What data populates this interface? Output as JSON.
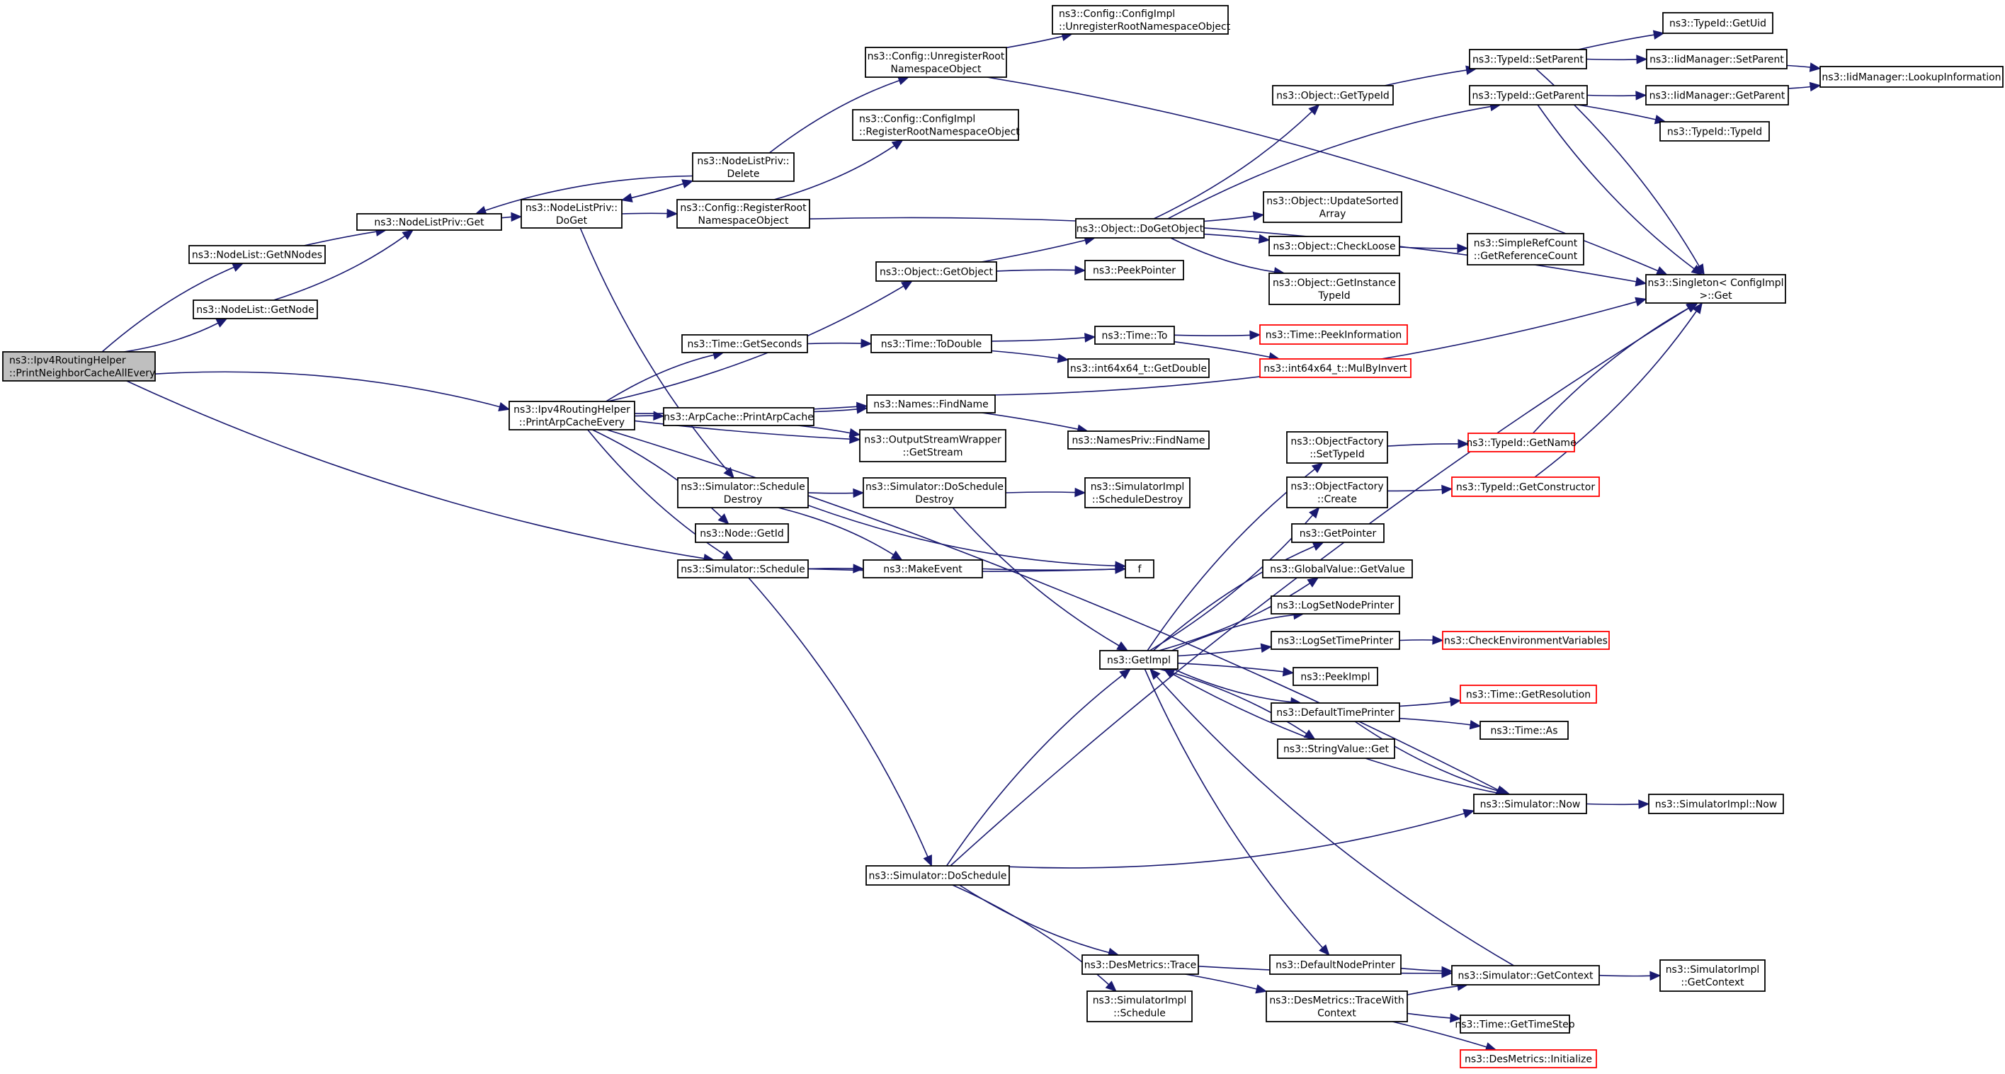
{
  "graph": {
    "type": "call-graph",
    "colors": {
      "edge": "#191970",
      "root_fill": "#bfbfbf",
      "node_border": "#000000",
      "truncated_border": "#ff0000"
    },
    "nodes": [
      {
        "id": "root",
        "lines": [
          "ns3::Ipv4RoutingHelper",
          "::PrintNeighborCacheAllEvery"
        ],
        "style": "root"
      },
      {
        "id": "getnnodes",
        "lines": [
          "ns3::NodeList::GetNNodes"
        ]
      },
      {
        "id": "getnode",
        "lines": [
          "ns3::NodeList::GetNode"
        ]
      },
      {
        "id": "nlpget",
        "lines": [
          "ns3::NodeListPriv::Get"
        ]
      },
      {
        "id": "doget",
        "lines": [
          "ns3::NodeListPriv::",
          "DoGet"
        ]
      },
      {
        "id": "delete",
        "lines": [
          "ns3::NodeListPriv::",
          "Delete"
        ]
      },
      {
        "id": "regroot",
        "lines": [
          "ns3::Config::RegisterRoot",
          "NamespaceObject"
        ]
      },
      {
        "id": "unregroot",
        "lines": [
          "ns3::Config::UnregisterRoot",
          "NamespaceObject"
        ]
      },
      {
        "id": "ciunreg",
        "lines": [
          "ns3::Config::ConfigImpl",
          "::UnregisterRootNamespaceObject"
        ],
        "align": "left"
      },
      {
        "id": "cireg",
        "lines": [
          "ns3::Config::ConfigImpl",
          "::RegisterRootNamespaceObject"
        ],
        "align": "left"
      },
      {
        "id": "objgettypeid",
        "lines": [
          "ns3::Object::GetTypeId"
        ]
      },
      {
        "id": "dogetobject",
        "lines": [
          "ns3::Object::DoGetObject"
        ]
      },
      {
        "id": "updatesorted",
        "lines": [
          "ns3::Object::UpdateSorted",
          "Array"
        ]
      },
      {
        "id": "checkloose",
        "lines": [
          "ns3::Object::CheckLoose"
        ]
      },
      {
        "id": "getinstancetypeid",
        "lines": [
          "ns3::Object::GetInstance",
          "TypeId"
        ]
      },
      {
        "id": "getobject",
        "lines": [
          "ns3::Object::GetObject"
        ]
      },
      {
        "id": "peekpointer",
        "lines": [
          "ns3::PeekPointer"
        ]
      },
      {
        "id": "getrefcount",
        "lines": [
          "ns3::SimpleRefCount",
          "::GetReferenceCount"
        ]
      },
      {
        "id": "tidsetparent",
        "lines": [
          "ns3::TypeId::SetParent"
        ]
      },
      {
        "id": "tidgetparent",
        "lines": [
          "ns3::TypeId::GetParent"
        ]
      },
      {
        "id": "tidgetuid",
        "lines": [
          "ns3::TypeId::GetUid"
        ]
      },
      {
        "id": "iidsetparent",
        "lines": [
          "ns3::IidManager::SetParent"
        ]
      },
      {
        "id": "iidgetparent",
        "lines": [
          "ns3::IidManager::GetParent"
        ]
      },
      {
        "id": "tidtypeid",
        "lines": [
          "ns3::TypeId::TypeId"
        ]
      },
      {
        "id": "lookupinfo",
        "lines": [
          "ns3::IidManager::LookupInformation"
        ]
      },
      {
        "id": "singleton",
        "lines": [
          "ns3::Singleton< ConfigImpl",
          ">::Get"
        ]
      },
      {
        "id": "printarp",
        "lines": [
          "ns3::Ipv4RoutingHelper",
          "::PrintArpCacheEvery"
        ]
      },
      {
        "id": "arpprint",
        "lines": [
          "ns3::ArpCache::PrintArpCache"
        ]
      },
      {
        "id": "getseconds",
        "lines": [
          "ns3::Time::GetSeconds"
        ]
      },
      {
        "id": "todouble",
        "lines": [
          "ns3::Time::ToDouble"
        ]
      },
      {
        "id": "timeto",
        "lines": [
          "ns3::Time::To"
        ]
      },
      {
        "id": "peekinfo",
        "lines": [
          "ns3::Time::PeekInformation"
        ],
        "style": "red"
      },
      {
        "id": "mulbyinvert",
        "lines": [
          "ns3::int64x64_t::MulByInvert"
        ],
        "style": "red"
      },
      {
        "id": "getdouble",
        "lines": [
          "ns3::int64x64_t::GetDouble"
        ]
      },
      {
        "id": "namesfind",
        "lines": [
          "ns3::Names::FindName"
        ]
      },
      {
        "id": "namesprivfind",
        "lines": [
          "ns3::NamesPriv::FindName"
        ]
      },
      {
        "id": "getstream",
        "lines": [
          "ns3::OutputStreamWrapper",
          "::GetStream"
        ]
      },
      {
        "id": "schedestroy",
        "lines": [
          "ns3::Simulator::Schedule",
          "Destroy"
        ]
      },
      {
        "id": "doschedestroy",
        "lines": [
          "ns3::Simulator::DoSchedule",
          "Destroy"
        ]
      },
      {
        "id": "simimplschedestroy",
        "lines": [
          "ns3::SimulatorImpl",
          "::ScheduleDestroy"
        ]
      },
      {
        "id": "nodegetid",
        "lines": [
          "ns3::Node::GetId"
        ]
      },
      {
        "id": "schedule",
        "lines": [
          "ns3::Simulator::Schedule"
        ]
      },
      {
        "id": "makeevent",
        "lines": [
          "ns3::MakeEvent"
        ]
      },
      {
        "id": "f",
        "lines": [
          "f"
        ]
      },
      {
        "id": "ofsettypeid",
        "lines": [
          "ns3::ObjectFactory",
          "::SetTypeId"
        ]
      },
      {
        "id": "ofcreate",
        "lines": [
          "ns3::ObjectFactory",
          "::Create"
        ]
      },
      {
        "id": "getpointer",
        "lines": [
          "ns3::GetPointer"
        ]
      },
      {
        "id": "tidgetname",
        "lines": [
          "ns3::TypeId::GetName"
        ],
        "style": "red"
      },
      {
        "id": "tidgetconstructor",
        "lines": [
          "ns3::TypeId::GetConstructor"
        ],
        "style": "red"
      },
      {
        "id": "globalvalue",
        "lines": [
          "ns3::GlobalValue::GetValue"
        ]
      },
      {
        "id": "logsetnodeprinter",
        "lines": [
          "ns3::LogSetNodePrinter"
        ]
      },
      {
        "id": "logsettimeprinter",
        "lines": [
          "ns3::LogSetTimePrinter"
        ]
      },
      {
        "id": "checkenv",
        "lines": [
          "ns3::CheckEnvironmentVariables"
        ],
        "style": "red"
      },
      {
        "id": "getimpl",
        "lines": [
          "ns3::GetImpl"
        ]
      },
      {
        "id": "peekimpl",
        "lines": [
          "ns3::PeekImpl"
        ]
      },
      {
        "id": "defaulttimeprinter",
        "lines": [
          "ns3::DefaultTimePrinter"
        ]
      },
      {
        "id": "getresolution",
        "lines": [
          "ns3::Time::GetResolution"
        ],
        "style": "red"
      },
      {
        "id": "timeas",
        "lines": [
          "ns3::Time::As"
        ]
      },
      {
        "id": "stringvalueget",
        "lines": [
          "ns3::StringValue::Get"
        ]
      },
      {
        "id": "simnow",
        "lines": [
          "ns3::Simulator::Now"
        ]
      },
      {
        "id": "simimplnow",
        "lines": [
          "ns3::SimulatorImpl::Now"
        ]
      },
      {
        "id": "doschedule",
        "lines": [
          "ns3::Simulator::DoSchedule"
        ]
      },
      {
        "id": "desmetricstrace",
        "lines": [
          "ns3::DesMetrics::Trace"
        ]
      },
      {
        "id": "defaultnodeprinter",
        "lines": [
          "ns3::DefaultNodePrinter"
        ]
      },
      {
        "id": "getcontext",
        "lines": [
          "ns3::Simulator::GetContext"
        ]
      },
      {
        "id": "simimplgetcontext",
        "lines": [
          "ns3::SimulatorImpl",
          "::GetContext"
        ]
      },
      {
        "id": "simimplschedule",
        "lines": [
          "ns3::SimulatorImpl",
          "::Schedule"
        ]
      },
      {
        "id": "tracewithcontext",
        "lines": [
          "ns3::DesMetrics::TraceWith",
          "Context"
        ]
      },
      {
        "id": "gettimestep",
        "lines": [
          "ns3::Time::GetTimeStep"
        ]
      },
      {
        "id": "desinitialize",
        "lines": [
          "ns3::DesMetrics::Initialize"
        ],
        "style": "red"
      }
    ],
    "edges": [
      [
        "root",
        "getnnodes"
      ],
      [
        "root",
        "getnode"
      ],
      [
        "root",
        "printarp"
      ],
      [
        "root",
        "schedule"
      ],
      [
        "getnnodes",
        "nlpget"
      ],
      [
        "getnode",
        "nlpget"
      ],
      [
        "nlpget",
        "doget"
      ],
      [
        "doget",
        "delete"
      ],
      [
        "delete",
        "doget"
      ],
      [
        "delete",
        "nlpget"
      ],
      [
        "doget",
        "regroot"
      ],
      [
        "doget",
        "schedestroy"
      ],
      [
        "delete",
        "unregroot"
      ],
      [
        "unregroot",
        "ciunreg"
      ],
      [
        "unregroot",
        "singleton"
      ],
      [
        "regroot",
        "cireg"
      ],
      [
        "regroot",
        "singleton"
      ],
      [
        "printarp",
        "getobject"
      ],
      [
        "printarp",
        "getseconds"
      ],
      [
        "printarp",
        "namesfind"
      ],
      [
        "printarp",
        "arpprint"
      ],
      [
        "printarp",
        "getstream"
      ],
      [
        "printarp",
        "nodegetid"
      ],
      [
        "printarp",
        "schedule"
      ],
      [
        "printarp",
        "simnow"
      ],
      [
        "arpprint",
        "namesfind"
      ],
      [
        "arpprint",
        "getstream"
      ],
      [
        "getobject",
        "dogetobject"
      ],
      [
        "getobject",
        "peekpointer"
      ],
      [
        "dogetobject",
        "objgettypeid"
      ],
      [
        "dogetobject",
        "tidgetparent"
      ],
      [
        "dogetobject",
        "updatesorted"
      ],
      [
        "dogetobject",
        "checkloose"
      ],
      [
        "dogetobject",
        "getinstancetypeid"
      ],
      [
        "objgettypeid",
        "tidsetparent"
      ],
      [
        "checkloose",
        "getrefcount"
      ],
      [
        "tidsetparent",
        "tidgetuid"
      ],
      [
        "tidsetparent",
        "iidsetparent"
      ],
      [
        "tidsetparent",
        "singleton"
      ],
      [
        "tidgetparent",
        "iidgetparent"
      ],
      [
        "tidgetparent",
        "tidtypeid"
      ],
      [
        "tidgetparent",
        "singleton"
      ],
      [
        "iidsetparent",
        "lookupinfo"
      ],
      [
        "iidgetparent",
        "lookupinfo"
      ],
      [
        "getseconds",
        "todouble"
      ],
      [
        "todouble",
        "timeto"
      ],
      [
        "todouble",
        "getdouble"
      ],
      [
        "timeto",
        "peekinfo"
      ],
      [
        "timeto",
        "mulbyinvert"
      ],
      [
        "namesfind",
        "singleton"
      ],
      [
        "namesfind",
        "namesprivfind"
      ],
      [
        "schedestroy",
        "doschedestroy"
      ],
      [
        "schedestroy",
        "makeevent"
      ],
      [
        "schedestroy",
        "f"
      ],
      [
        "doschedestroy",
        "simimplschedestroy"
      ],
      [
        "doschedestroy",
        "getimpl"
      ],
      [
        "schedule",
        "makeevent"
      ],
      [
        "schedule",
        "f"
      ],
      [
        "schedule",
        "doschedule"
      ],
      [
        "makeevent",
        "f"
      ],
      [
        "getimpl",
        "ofsettypeid"
      ],
      [
        "getimpl",
        "ofcreate"
      ],
      [
        "getimpl",
        "getpointer"
      ],
      [
        "getimpl",
        "globalvalue"
      ],
      [
        "getimpl",
        "logsetnodeprinter"
      ],
      [
        "getimpl",
        "logsettimeprinter"
      ],
      [
        "getimpl",
        "peekimpl"
      ],
      [
        "getimpl",
        "defaulttimeprinter"
      ],
      [
        "getimpl",
        "stringvalueget"
      ],
      [
        "getimpl",
        "defaultnodeprinter"
      ],
      [
        "ofsettypeid",
        "tidgetname"
      ],
      [
        "ofcreate",
        "tidgetconstructor"
      ],
      [
        "tidgetname",
        "singleton"
      ],
      [
        "tidgetconstructor",
        "singleton"
      ],
      [
        "logsettimeprinter",
        "checkenv"
      ],
      [
        "defaulttimeprinter",
        "getresolution"
      ],
      [
        "defaulttimeprinter",
        "timeas"
      ],
      [
        "defaulttimeprinter",
        "simnow"
      ],
      [
        "simnow",
        "getimpl"
      ],
      [
        "simnow",
        "simimplnow"
      ],
      [
        "doschedule",
        "getimpl"
      ],
      [
        "doschedule",
        "simnow"
      ],
      [
        "doschedule",
        "singleton"
      ],
      [
        "doschedule",
        "desmetricstrace"
      ],
      [
        "doschedule",
        "simimplschedule"
      ],
      [
        "desmetricstrace",
        "getcontext"
      ],
      [
        "desmetricstrace",
        "tracewithcontext"
      ],
      [
        "defaultnodeprinter",
        "getcontext"
      ],
      [
        "getcontext",
        "getimpl"
      ],
      [
        "getcontext",
        "simimplgetcontext"
      ],
      [
        "tracewithcontext",
        "getcontext"
      ],
      [
        "tracewithcontext",
        "gettimestep"
      ],
      [
        "tracewithcontext",
        "desinitialize"
      ]
    ]
  }
}
